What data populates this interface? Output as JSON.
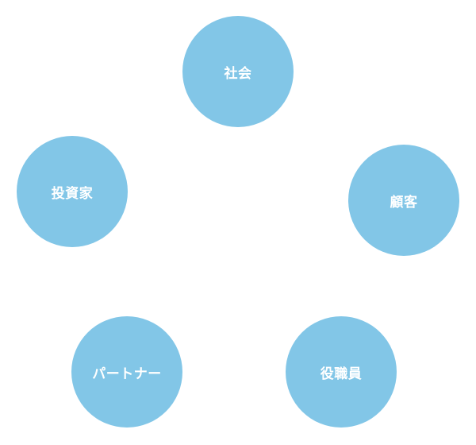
{
  "diagram": {
    "node_color": "#82c6e7",
    "text_color": "#ffffff",
    "nodes": {
      "society": {
        "label": "社会"
      },
      "customer": {
        "label": "顧客"
      },
      "employee": {
        "label": "役職員"
      },
      "partner": {
        "label": "パートナー"
      },
      "investor": {
        "label": "投資家"
      }
    }
  }
}
